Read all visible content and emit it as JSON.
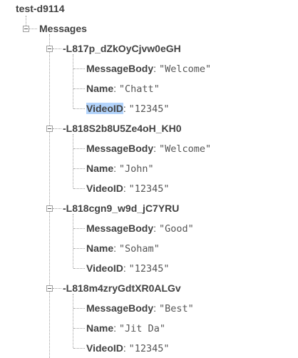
{
  "root": {
    "title": "test-d9114"
  },
  "messages_node": {
    "label": "Messages"
  },
  "messages": [
    {
      "id": "-L817p_dZkOyCjvw0eGH",
      "fields": [
        {
          "key": "MessageBody",
          "value": "\"Welcome\""
        },
        {
          "key": "Name",
          "value": "\"Chatt\""
        },
        {
          "key": "VideoID",
          "value": "\"12345\"",
          "selected": true
        }
      ]
    },
    {
      "id": "-L818S2b8U5Ze4oH_KH0",
      "fields": [
        {
          "key": "MessageBody",
          "value": "\"Welcome\""
        },
        {
          "key": "Name",
          "value": "\"John\""
        },
        {
          "key": "VideoID",
          "value": "\"12345\""
        }
      ]
    },
    {
      "id": "-L818cgn9_w9d_jC7YRU",
      "fields": [
        {
          "key": "MessageBody",
          "value": "\"Good\""
        },
        {
          "key": "Name",
          "value": "\"Soham\""
        },
        {
          "key": "VideoID",
          "value": "\"12345\""
        }
      ]
    },
    {
      "id": "-L818m4zryGdtXR0ALGv",
      "fields": [
        {
          "key": "MessageBody",
          "value": "\"Best\""
        },
        {
          "key": "Name",
          "value": "\"Jit Da\""
        },
        {
          "key": "VideoID",
          "value": "\"12345\""
        }
      ]
    }
  ]
}
